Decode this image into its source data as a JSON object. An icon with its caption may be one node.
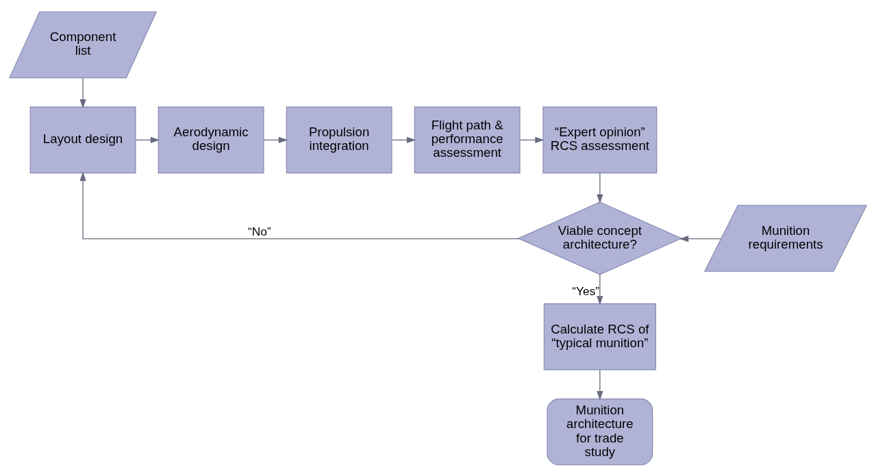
{
  "diagram": {
    "nodes": [
      {
        "text": [
          "Component list"
        ]
      },
      {
        "text": [
          "Layout design"
        ]
      },
      {
        "text": [
          "Aerodynamic design"
        ]
      },
      {
        "text": [
          "Propulsion integration"
        ]
      },
      {
        "text": [
          "Flight path & performance assessment"
        ]
      },
      {
        "text": [
          "“Expert opinion” RCS assessment"
        ]
      },
      {
        "text": [
          "Viable concept architecture?"
        ]
      },
      {
        "text": [
          "Munition requirements"
        ]
      },
      {
        "text": [
          "Calculate RCS of “typical munition”"
        ]
      },
      {
        "text": [
          "Munition architecture for trade study"
        ]
      }
    ],
    "edges": [
      {
        "from": 0,
        "to": 1,
        "arrow": "to"
      },
      {
        "from": 1,
        "to": 2,
        "arrow": "to"
      },
      {
        "from": 2,
        "to": 3,
        "arrow": "to"
      },
      {
        "from": 3,
        "to": 4,
        "arrow": "to"
      },
      {
        "from": 4,
        "to": 5,
        "arrow": "to"
      },
      {
        "from": 5,
        "to": 6,
        "arrow": "to"
      },
      {
        "from": 6,
        "to": 1,
        "arrow": "to",
        "label": "“No”"
      },
      {
        "from": 7,
        "to": 6,
        "arrow": "to"
      },
      {
        "from": 6,
        "to": 8,
        "arrow": "to",
        "label": "“Yes”"
      },
      {
        "from": 8,
        "to": 9,
        "arrow": "to"
      }
    ]
  }
}
